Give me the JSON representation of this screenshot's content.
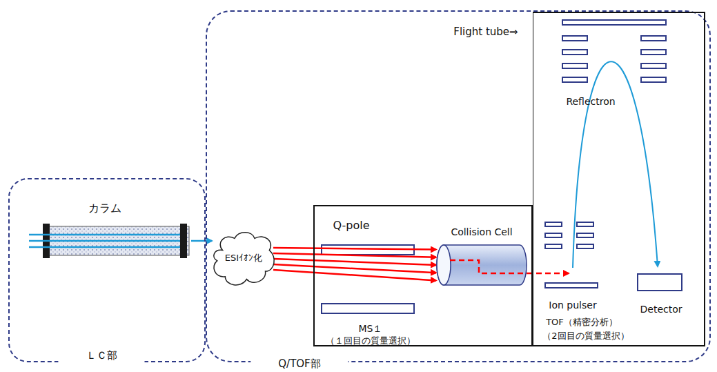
{
  "diagram": {
    "nodes": [
      {
        "text": [
          "ＬＣ部"
        ]
      },
      {
        "text": [
          "カラム"
        ],
        "in": 0
      },
      {
        "text": [
          "Q/TOF部"
        ]
      },
      {
        "text": [
          "ESIｲｵﾝ化"
        ],
        "in": 2
      },
      {
        "text": [
          "Q-pole",
          "MS１",
          "（１回目の質量選択）"
        ],
        "in": 2
      },
      {
        "text": [
          "Collision Cell"
        ],
        "in": 4
      },
      {
        "text": [
          "TOF（精密分析）",
          "（2回目の質量選択）"
        ],
        "in": 2
      },
      {
        "text": [
          "Detector"
        ],
        "in": 6
      }
    ],
    "edges": [
      {
        "from": 1,
        "to": 3,
        "arrow": "to"
      },
      {
        "from": 3,
        "to": 5,
        "arrow": "to"
      },
      {
        "from": 5,
        "to": 6,
        "arrow": "to"
      }
    ],
    "labels": [
      "Flight tube⇒",
      "Reflectron",
      "Ion pulser"
    ]
  }
}
